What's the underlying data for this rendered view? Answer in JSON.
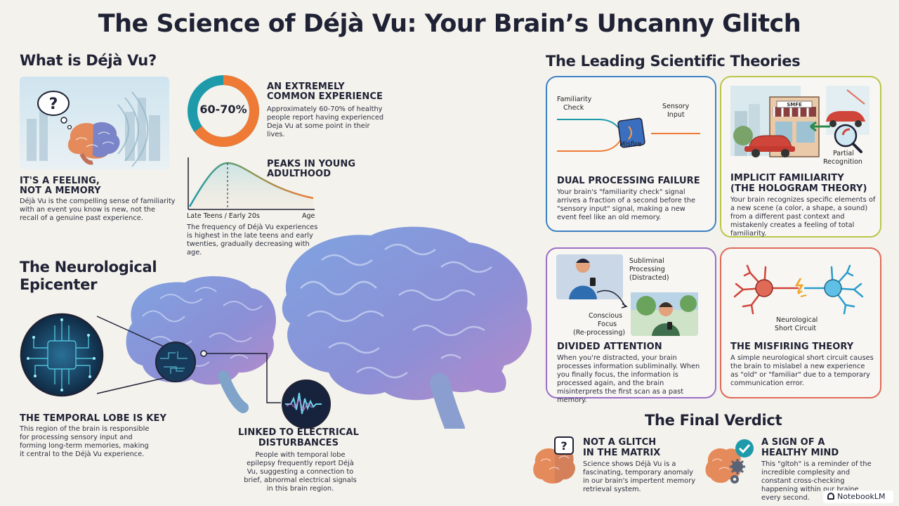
{
  "title": "The Science of Déjà Vu: Your Brain’s Uncanny Glitch",
  "what_is": {
    "heading": "What is Déjà Vu?",
    "feeling_title_1": "IT'S A FEELING,",
    "feeling_title_2": "NOT A MEMORY",
    "feeling_text": "Déjà Vu is the compelling sense of familiarity with an event you know is new, not the recall of a genuine past experience.",
    "stat": {
      "value": "60-70%",
      "fill_fraction": 0.65,
      "title_1": "AN EXTREMELY",
      "title_2": "COMMON EXPERIENCE",
      "text": "Approximately 60-70% of healthy people report having experienced Deja Vu at some point in their lives."
    },
    "peak": {
      "title_1": "PEAKS IN YOUNG",
      "title_2": "ADULTHOOD",
      "x_left_label": "Late Teens / Early 20s",
      "x_right_label": "Age",
      "text": "The frequency of Déjà Vu experiences is highest in the late teens and early twenties, gradually decreasing with age."
    }
  },
  "neuro": {
    "heading_1": "The Neurological",
    "heading_2": "Epicenter",
    "temporal_title": "THE TEMPORAL LOBE IS KEY",
    "temporal_text": "This region of the brain is responsible for processing sensory input and forming long-term memories, making it central to the Déjà Vu experience.",
    "electrical_title_1": "LINKED TO ELECTRICAL",
    "electrical_title_2": "DISTURBANCES",
    "electrical_text": "People with temporal lobe epilepsy frequently report Déjà Vu, suggesting a connection to brief, abnormal electrical signals in this brain region."
  },
  "theories": {
    "heading": "The Leading Scientific Theories",
    "dual": {
      "label_familiarity_1": "Familiarity",
      "label_familiarity_2": "Check",
      "label_sensory_1": "Sensory",
      "label_sensory_2": "Input",
      "label_misfire": "Misfire",
      "title": "DUAL PROCESSING FAILURE",
      "text": "Your brain's \"familiarity check\" signal arrives a fraction of a second before the \"sensory input\" signal, making a new event feel like an old memory.",
      "color": "#3b82c4"
    },
    "hologram": {
      "shop_sign": "SMFE",
      "label_partial_1": "Partial",
      "label_partial_2": "Recognition",
      "title_1": "IMPLICIT FAMILIARITY",
      "title_2": "(THE HOLOGRAM THEORY)",
      "text": "Your brain recognizes specific elements of a new scene (a color, a shape, a sound) from a different past context and mistakenly creates a feeling of total familiarity.",
      "color": "#b9c64a"
    },
    "divided": {
      "label_subliminal_1": "Subliminal",
      "label_subliminal_2": "Processing",
      "label_subliminal_3": "(Distracted)",
      "label_conscious_1": "Conscious",
      "label_conscious_2": "Focus",
      "label_conscious_3": "(Re-processing)",
      "title": "DIVIDED ATTENTION",
      "text": "When you're distracted, your brain processes information subliminally. When you finally focus, the information is processed again, and the brain misinterprets the first scan as a past memory.",
      "color": "#9b6fc6"
    },
    "misfiring": {
      "label_1": "Neurological",
      "label_2": "Short Circuit",
      "title": "THE MISFIRING THEORY",
      "text": "A simple neurological short circuit causes the brain to mislabel a new experience as \"old\" or \"familiar\" due to a temporary communication error.",
      "color": "#e06a58"
    }
  },
  "verdict": {
    "heading": "The Final Verdict",
    "glitch_title_1": "NOT A GLITCH",
    "glitch_title_2": "IN THE MATRIX",
    "glitch_text": "Science shows Déjà Vu is a fascinating, temporary anomaly in our brain's impertent memory retrieval system.",
    "healthy_title_1": "A SIGN OF A",
    "healthy_title_2": "HEALTHY MIND",
    "healthy_text": "This \"gltoh\" is a reminder of the incredible complesity and constant cross-checking happening within our braine every second."
  },
  "footer": {
    "brand": "NotebookLM"
  },
  "colors": {
    "orange": "#ee7a35",
    "teal": "#1e9bab",
    "navy": "#1f2235"
  }
}
